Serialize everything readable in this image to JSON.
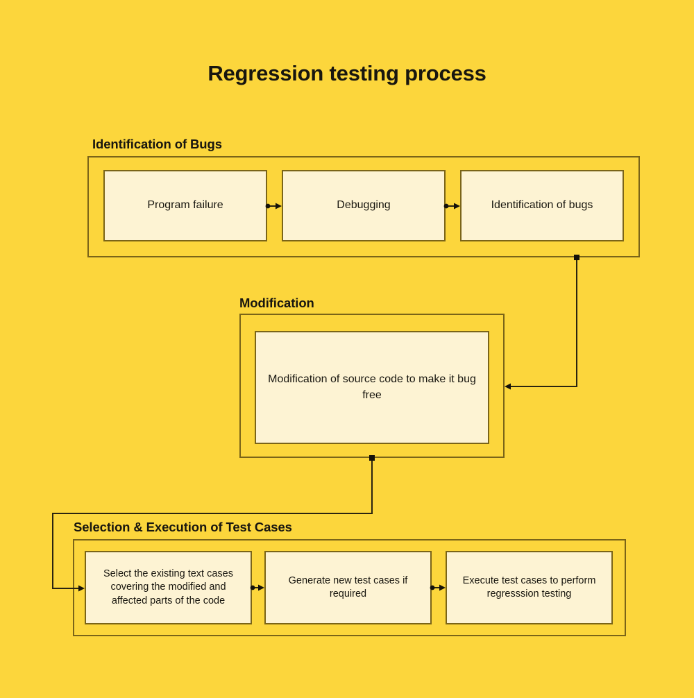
{
  "title": "Regression testing process",
  "theme": {
    "background": "#fcd63c",
    "node_fill": "#fdf3d3",
    "border": "#7a6418",
    "text": "#18160f",
    "connector": "#2a2410"
  },
  "sections": [
    {
      "id": "identification-of-bugs",
      "header": "Identification of Bugs",
      "nodes": [
        {
          "id": "program-failure",
          "label": "Program failure"
        },
        {
          "id": "debugging",
          "label": "Debugging"
        },
        {
          "id": "identification-of-bugs",
          "label": "Identification of bugs"
        }
      ]
    },
    {
      "id": "modification",
      "header": "Modification",
      "nodes": [
        {
          "id": "modify-source-code",
          "label": "Modification of source code to make it bug free"
        }
      ]
    },
    {
      "id": "selection-execution-test-cases",
      "header": "Selection & Execution of Test Cases",
      "nodes": [
        {
          "id": "select-existing-test-cases",
          "label": "Select the existing text cases covering the modified and affected parts of the code"
        },
        {
          "id": "generate-new-test-cases",
          "label": "Generate new test cases if required"
        },
        {
          "id": "execute-test-cases",
          "label": "Execute test cases to perform regresssion testing"
        }
      ]
    }
  ],
  "connectors": [
    {
      "id": "program-failure-to-debugging",
      "from": "program-failure",
      "to": "debugging",
      "style": "dot-arrow-horizontal"
    },
    {
      "id": "debugging-to-identification",
      "from": "debugging",
      "to": "identification-of-bugs",
      "style": "dot-arrow-horizontal"
    },
    {
      "id": "bugs-group-to-modification-group",
      "from": "identification-of-bugs-group",
      "to": "modification-group",
      "style": "dot-elbow-arrow"
    },
    {
      "id": "modification-group-to-selection-group",
      "from": "modification-group",
      "to": "select-existing-test-cases",
      "style": "dot-elbow-arrow"
    },
    {
      "id": "select-to-generate",
      "from": "select-existing-test-cases",
      "to": "generate-new-test-cases",
      "style": "dot-arrow-horizontal"
    },
    {
      "id": "generate-to-execute",
      "from": "generate-new-test-cases",
      "to": "execute-test-cases",
      "style": "dot-arrow-horizontal"
    }
  ]
}
